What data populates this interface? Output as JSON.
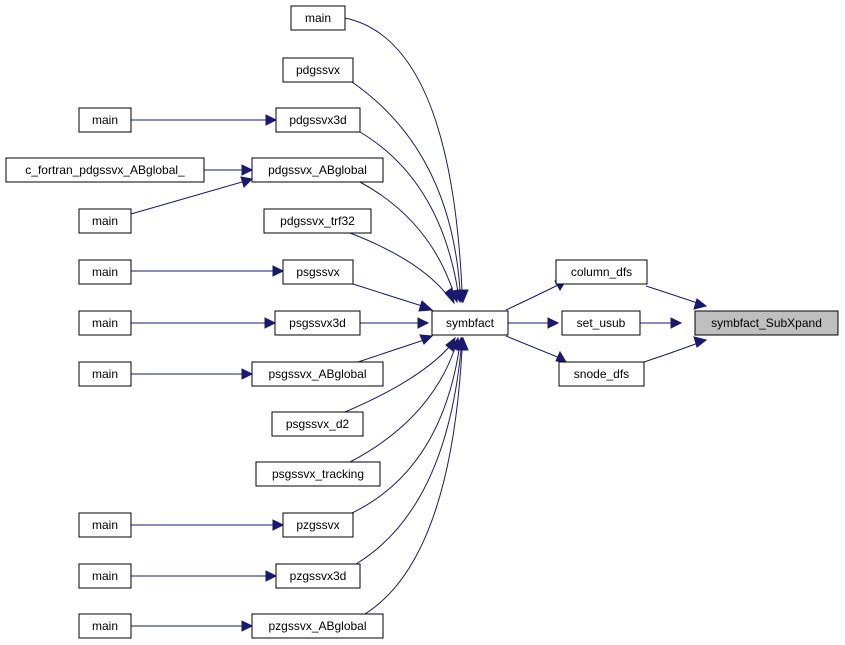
{
  "colors": {
    "edge": "#191970",
    "root_fill": "#bfbfbf",
    "node_fill": "#ffffff",
    "node_stroke": "#000000"
  },
  "nodes": {
    "root": "symbfact_SubXpand",
    "column_dfs": "column_dfs",
    "set_usub": "set_usub",
    "snode_dfs": "snode_dfs",
    "symbfact": "symbfact",
    "main_1": "main",
    "pdgssvx": "pdgssvx",
    "pdgssvx3d": "pdgssvx3d",
    "pdgssvx_ABglobal": "pdgssvx_ABglobal",
    "pdgssvx_trf32": "pdgssvx_trf32",
    "psgssvx": "psgssvx",
    "psgssvx3d": "psgssvx3d",
    "psgssvx_ABglobal": "psgssvx_ABglobal",
    "psgssvx_d2": "psgssvx_d2",
    "psgssvx_tracking": "psgssvx_tracking",
    "pzgssvx": "pzgssvx",
    "pzgssvx3d": "pzgssvx3d",
    "pzgssvx_ABglobal": "pzgssvx_ABglobal",
    "main_pdgssvx3d": "main",
    "c_fortran": "c_fortran_pdgssvx_ABglobal_",
    "main_pdgssvx_ABglobal": "main",
    "main_psgssvx": "main",
    "main_psgssvx3d": "main",
    "main_psgssvx_ABglobal": "main",
    "main_pzgssvx": "main",
    "main_pzgssvx3d": "main",
    "main_pzgssvx_ABglobal": "main"
  }
}
